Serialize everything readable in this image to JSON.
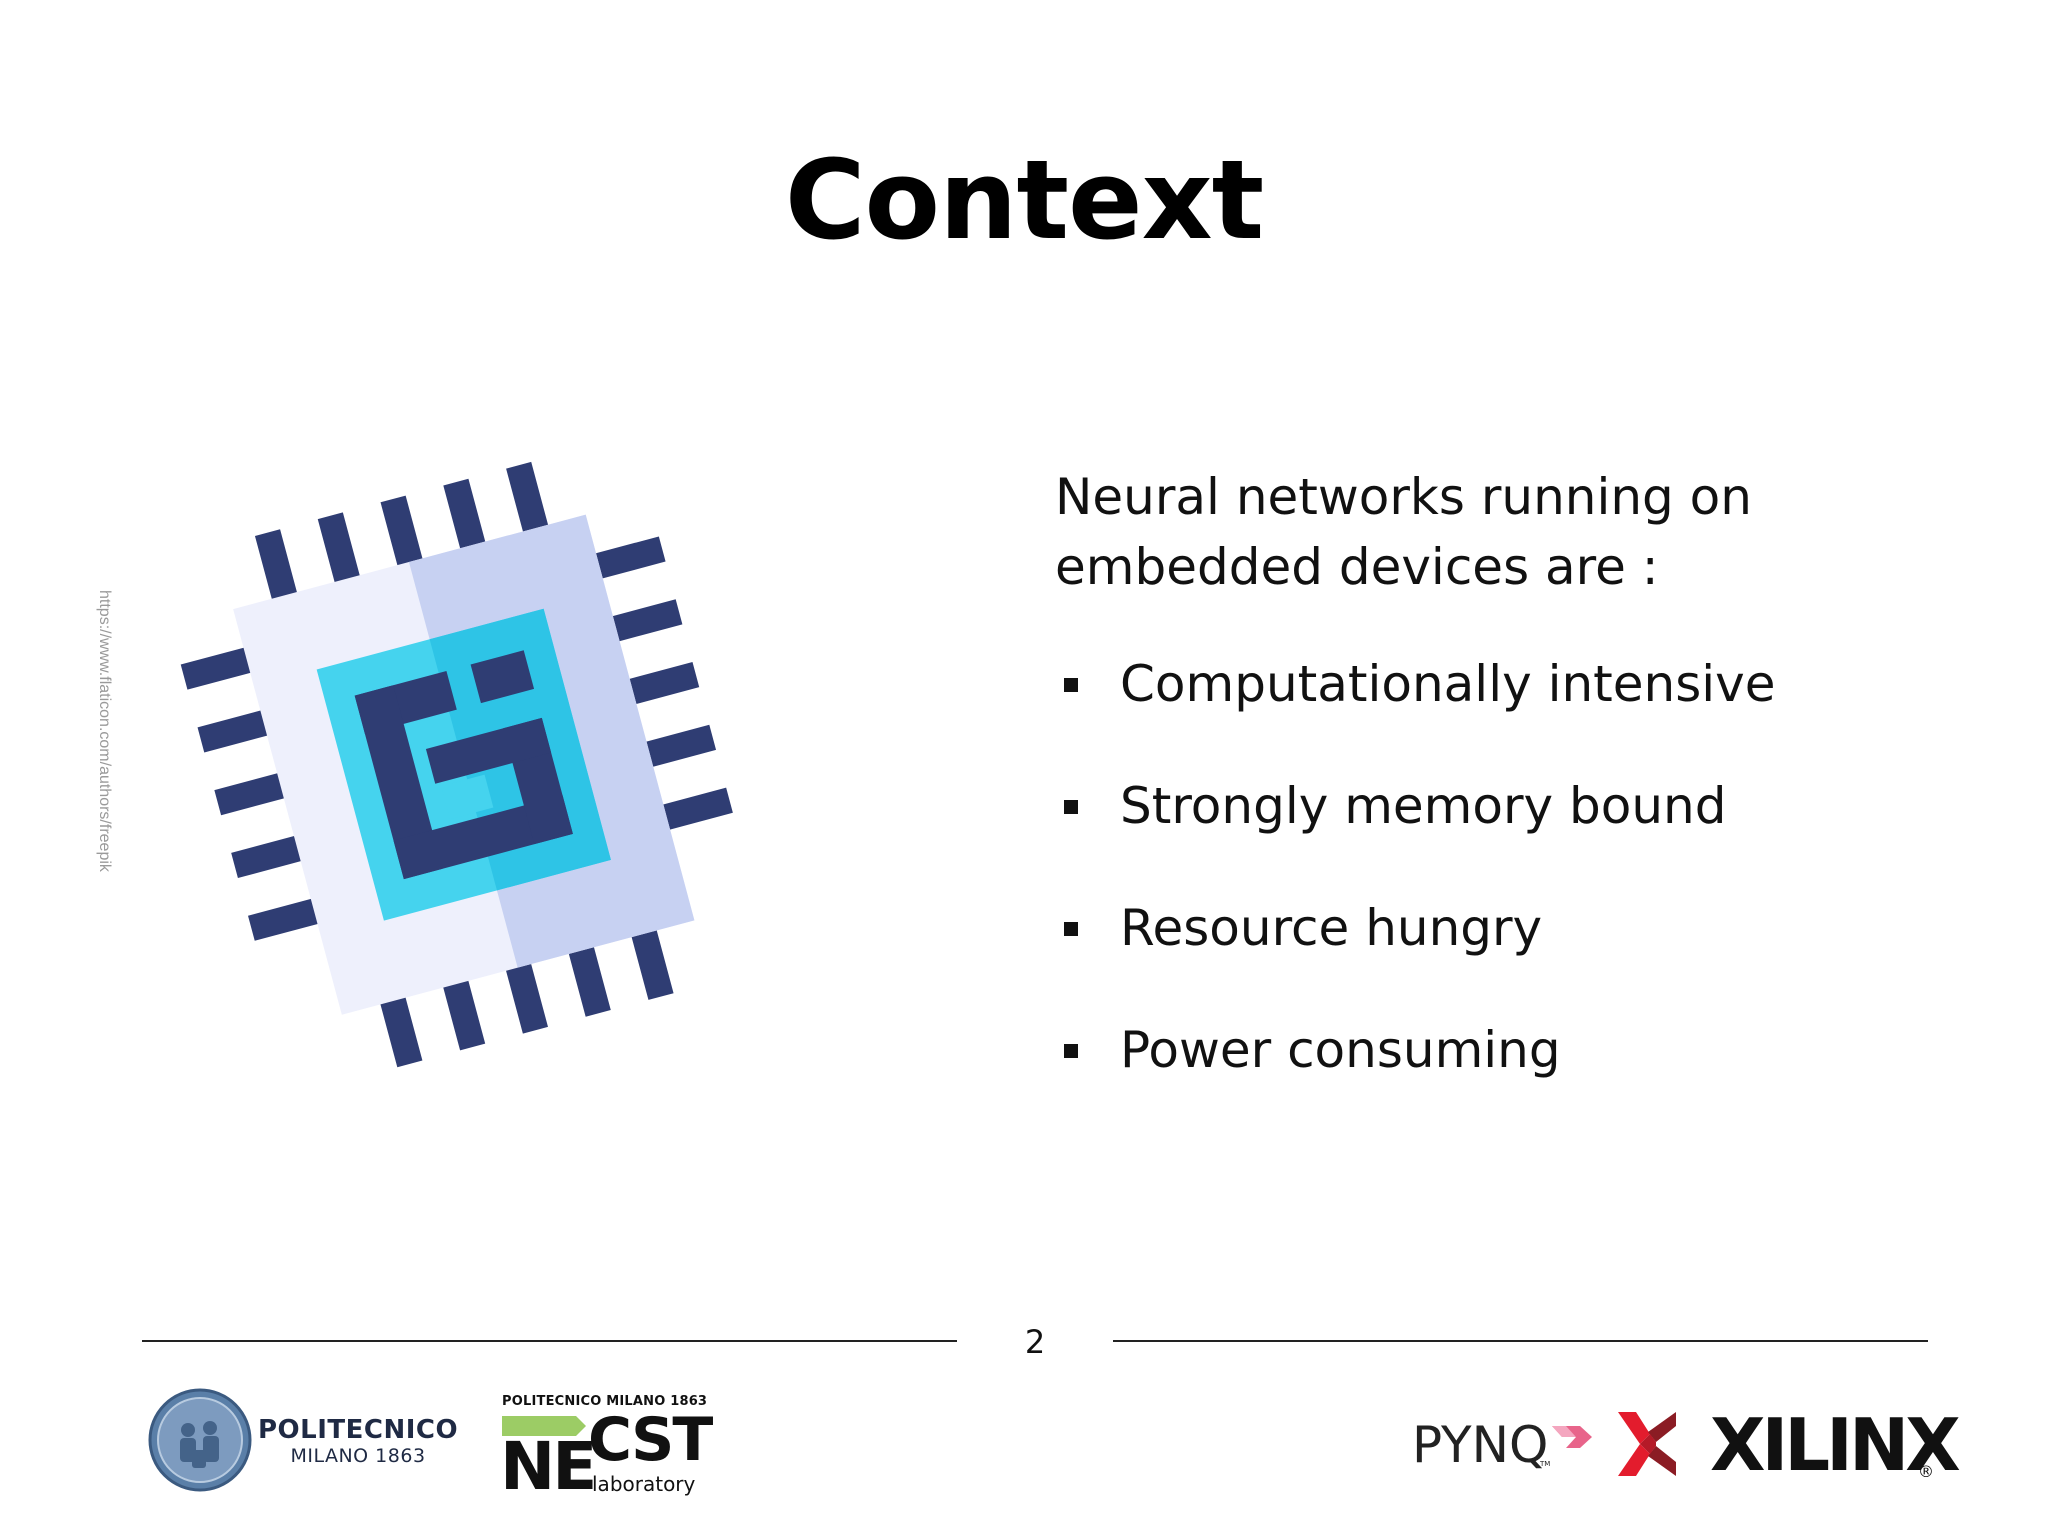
{
  "slide": {
    "title": "Context",
    "image_credit": "https://www.flaticon.com/authors/freepik",
    "intro_line1": "Neural networks running on",
    "intro_line2": "embedded devices are :",
    "bullets": [
      "Computationally intensive",
      "Strongly memory bound",
      "Resource hungry",
      "Power consuming"
    ],
    "page_number": "2"
  },
  "footer": {
    "polimi_line1": "POLITECNICO",
    "polimi_line2": "MILANO 1863",
    "necst_caption": "POLITECNICO MILANO 1863",
    "necst_ne": "NE",
    "necst_cst": "CST",
    "necst_lab": "laboratory",
    "pynq_word": "PYNQ",
    "pynq_tm": "TM",
    "xilinx_word": "XILINX",
    "xilinx_reg": "®"
  },
  "colors": {
    "chip_pins": "#2f3d73",
    "chip_body_light": "#eef0fc",
    "chip_body_shade": "#c7d1f2",
    "chip_core_outer": "#45d3ee",
    "chip_core_inner": "#2f3d73",
    "necst_green": "#9ccc65",
    "pynq_accent": "#e8648a",
    "xilinx_red": "#e31c2d",
    "xilinx_dark": "#8b1c24"
  }
}
